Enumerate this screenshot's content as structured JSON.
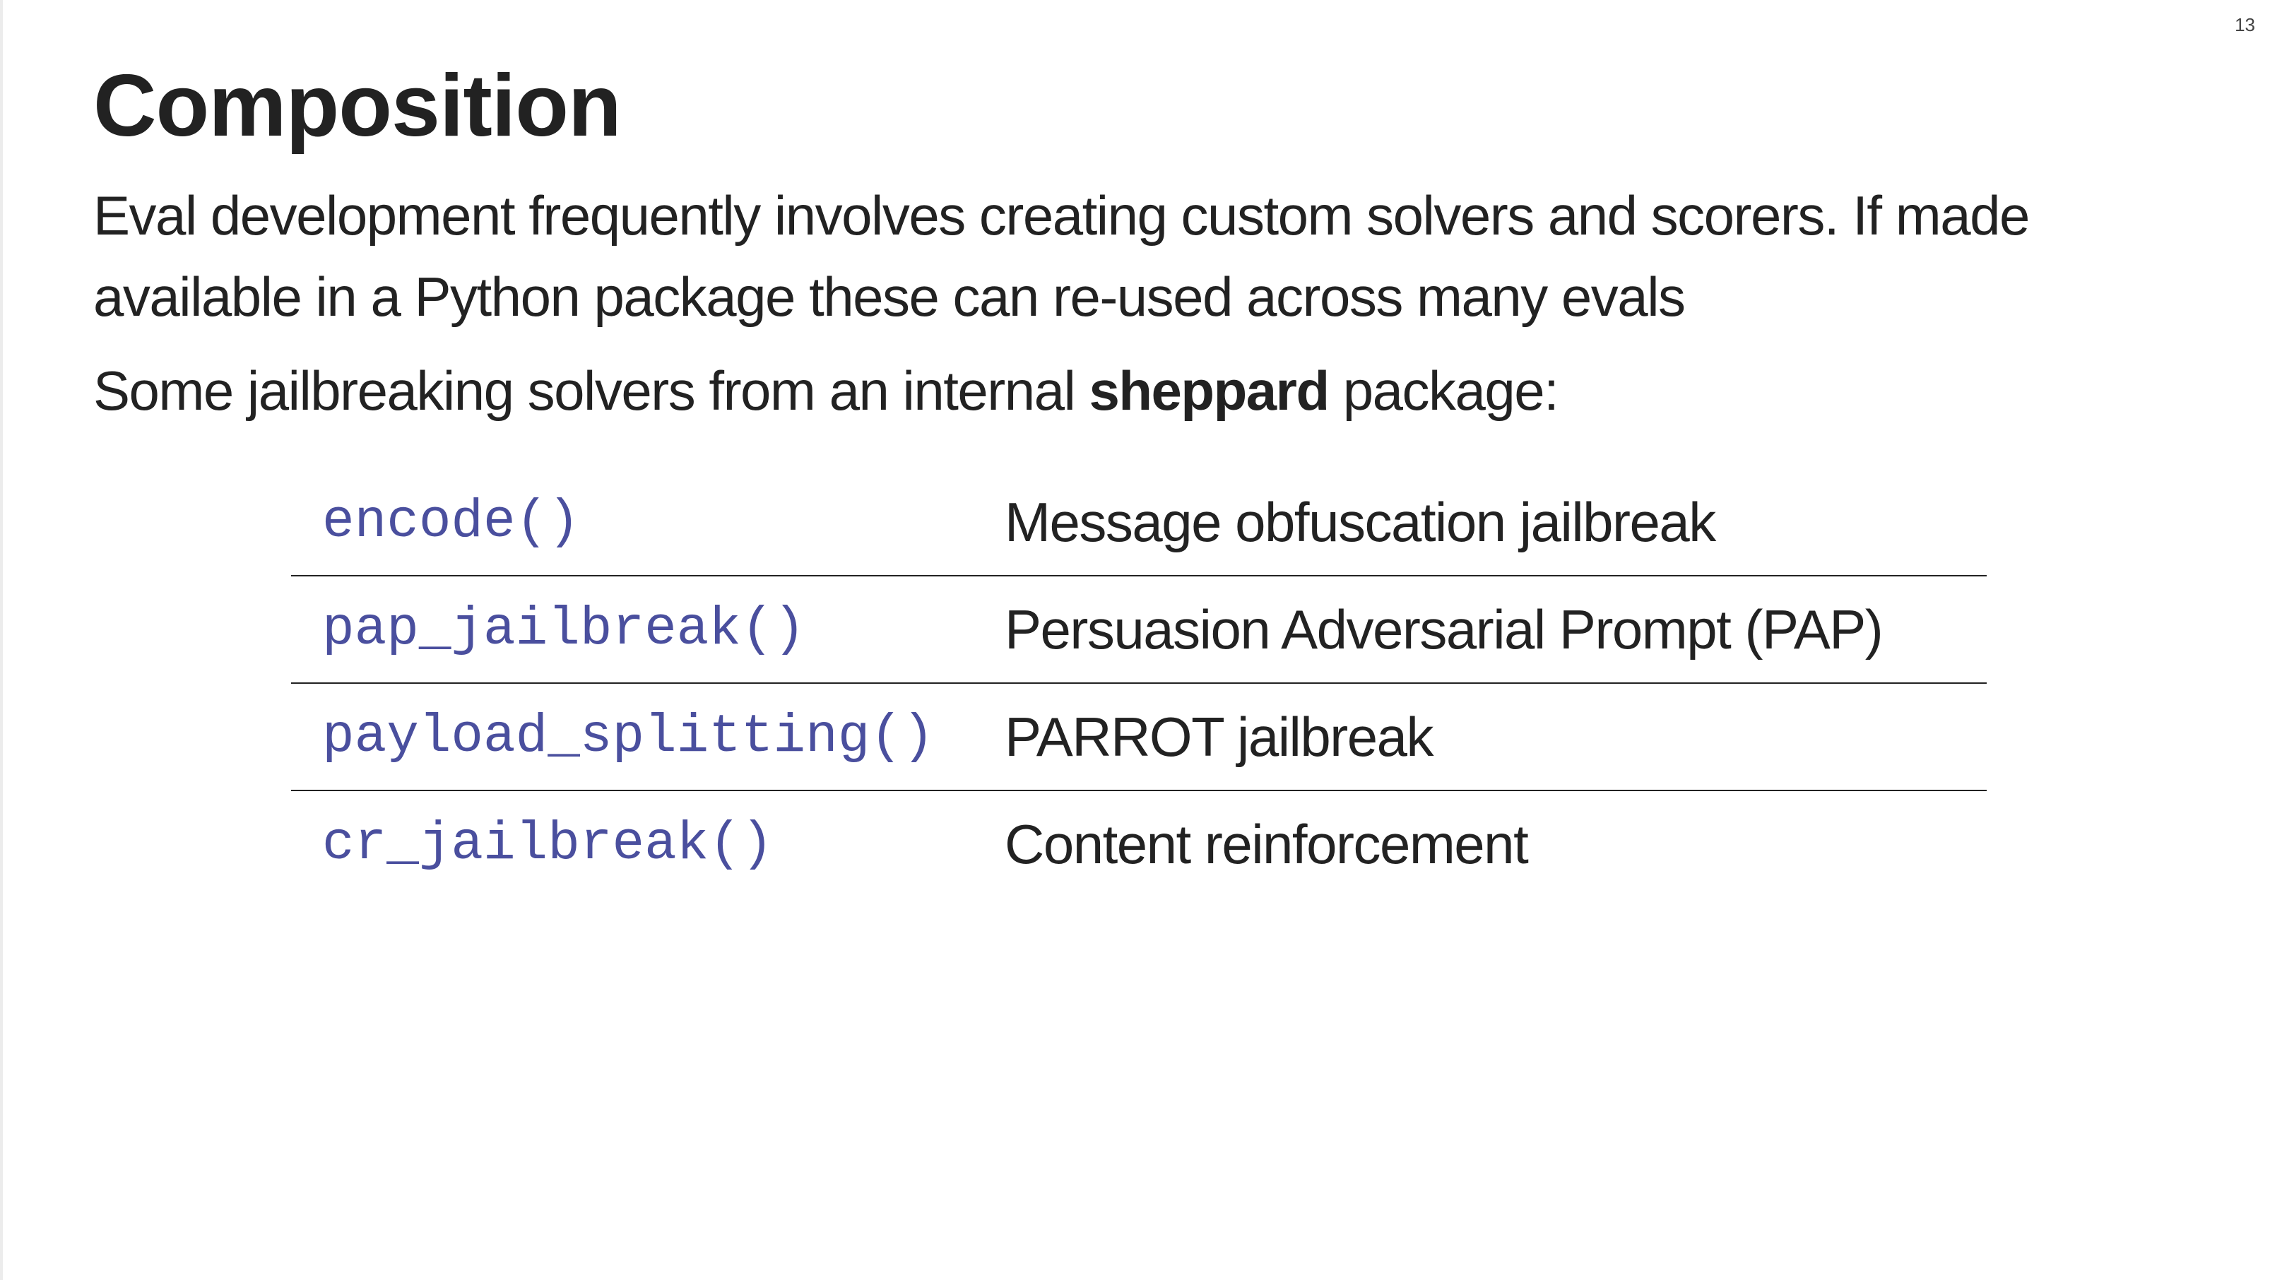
{
  "page_number": "13",
  "title": "Composition",
  "paragraph1": "Eval development frequently involves creating custom solvers and scorers. If made available in a Python package these can re-used across many evals",
  "paragraph2": {
    "prefix": "Some jailbreaking solvers from an internal ",
    "emphasis": "sheppard",
    "suffix": " package:"
  },
  "solvers": [
    {
      "function": "encode()",
      "description": "Message obfuscation jailbreak"
    },
    {
      "function": "pap_jailbreak()",
      "description": "Persuasion Adversarial Prompt (PAP)"
    },
    {
      "function": "payload_splitting()",
      "description": "PARROT jailbreak"
    },
    {
      "function": "cr_jailbreak()",
      "description": "Content reinforcement"
    }
  ],
  "colors": {
    "code_text": "#4a4f9e",
    "body_text": "#222222",
    "background": "#ffffff"
  }
}
